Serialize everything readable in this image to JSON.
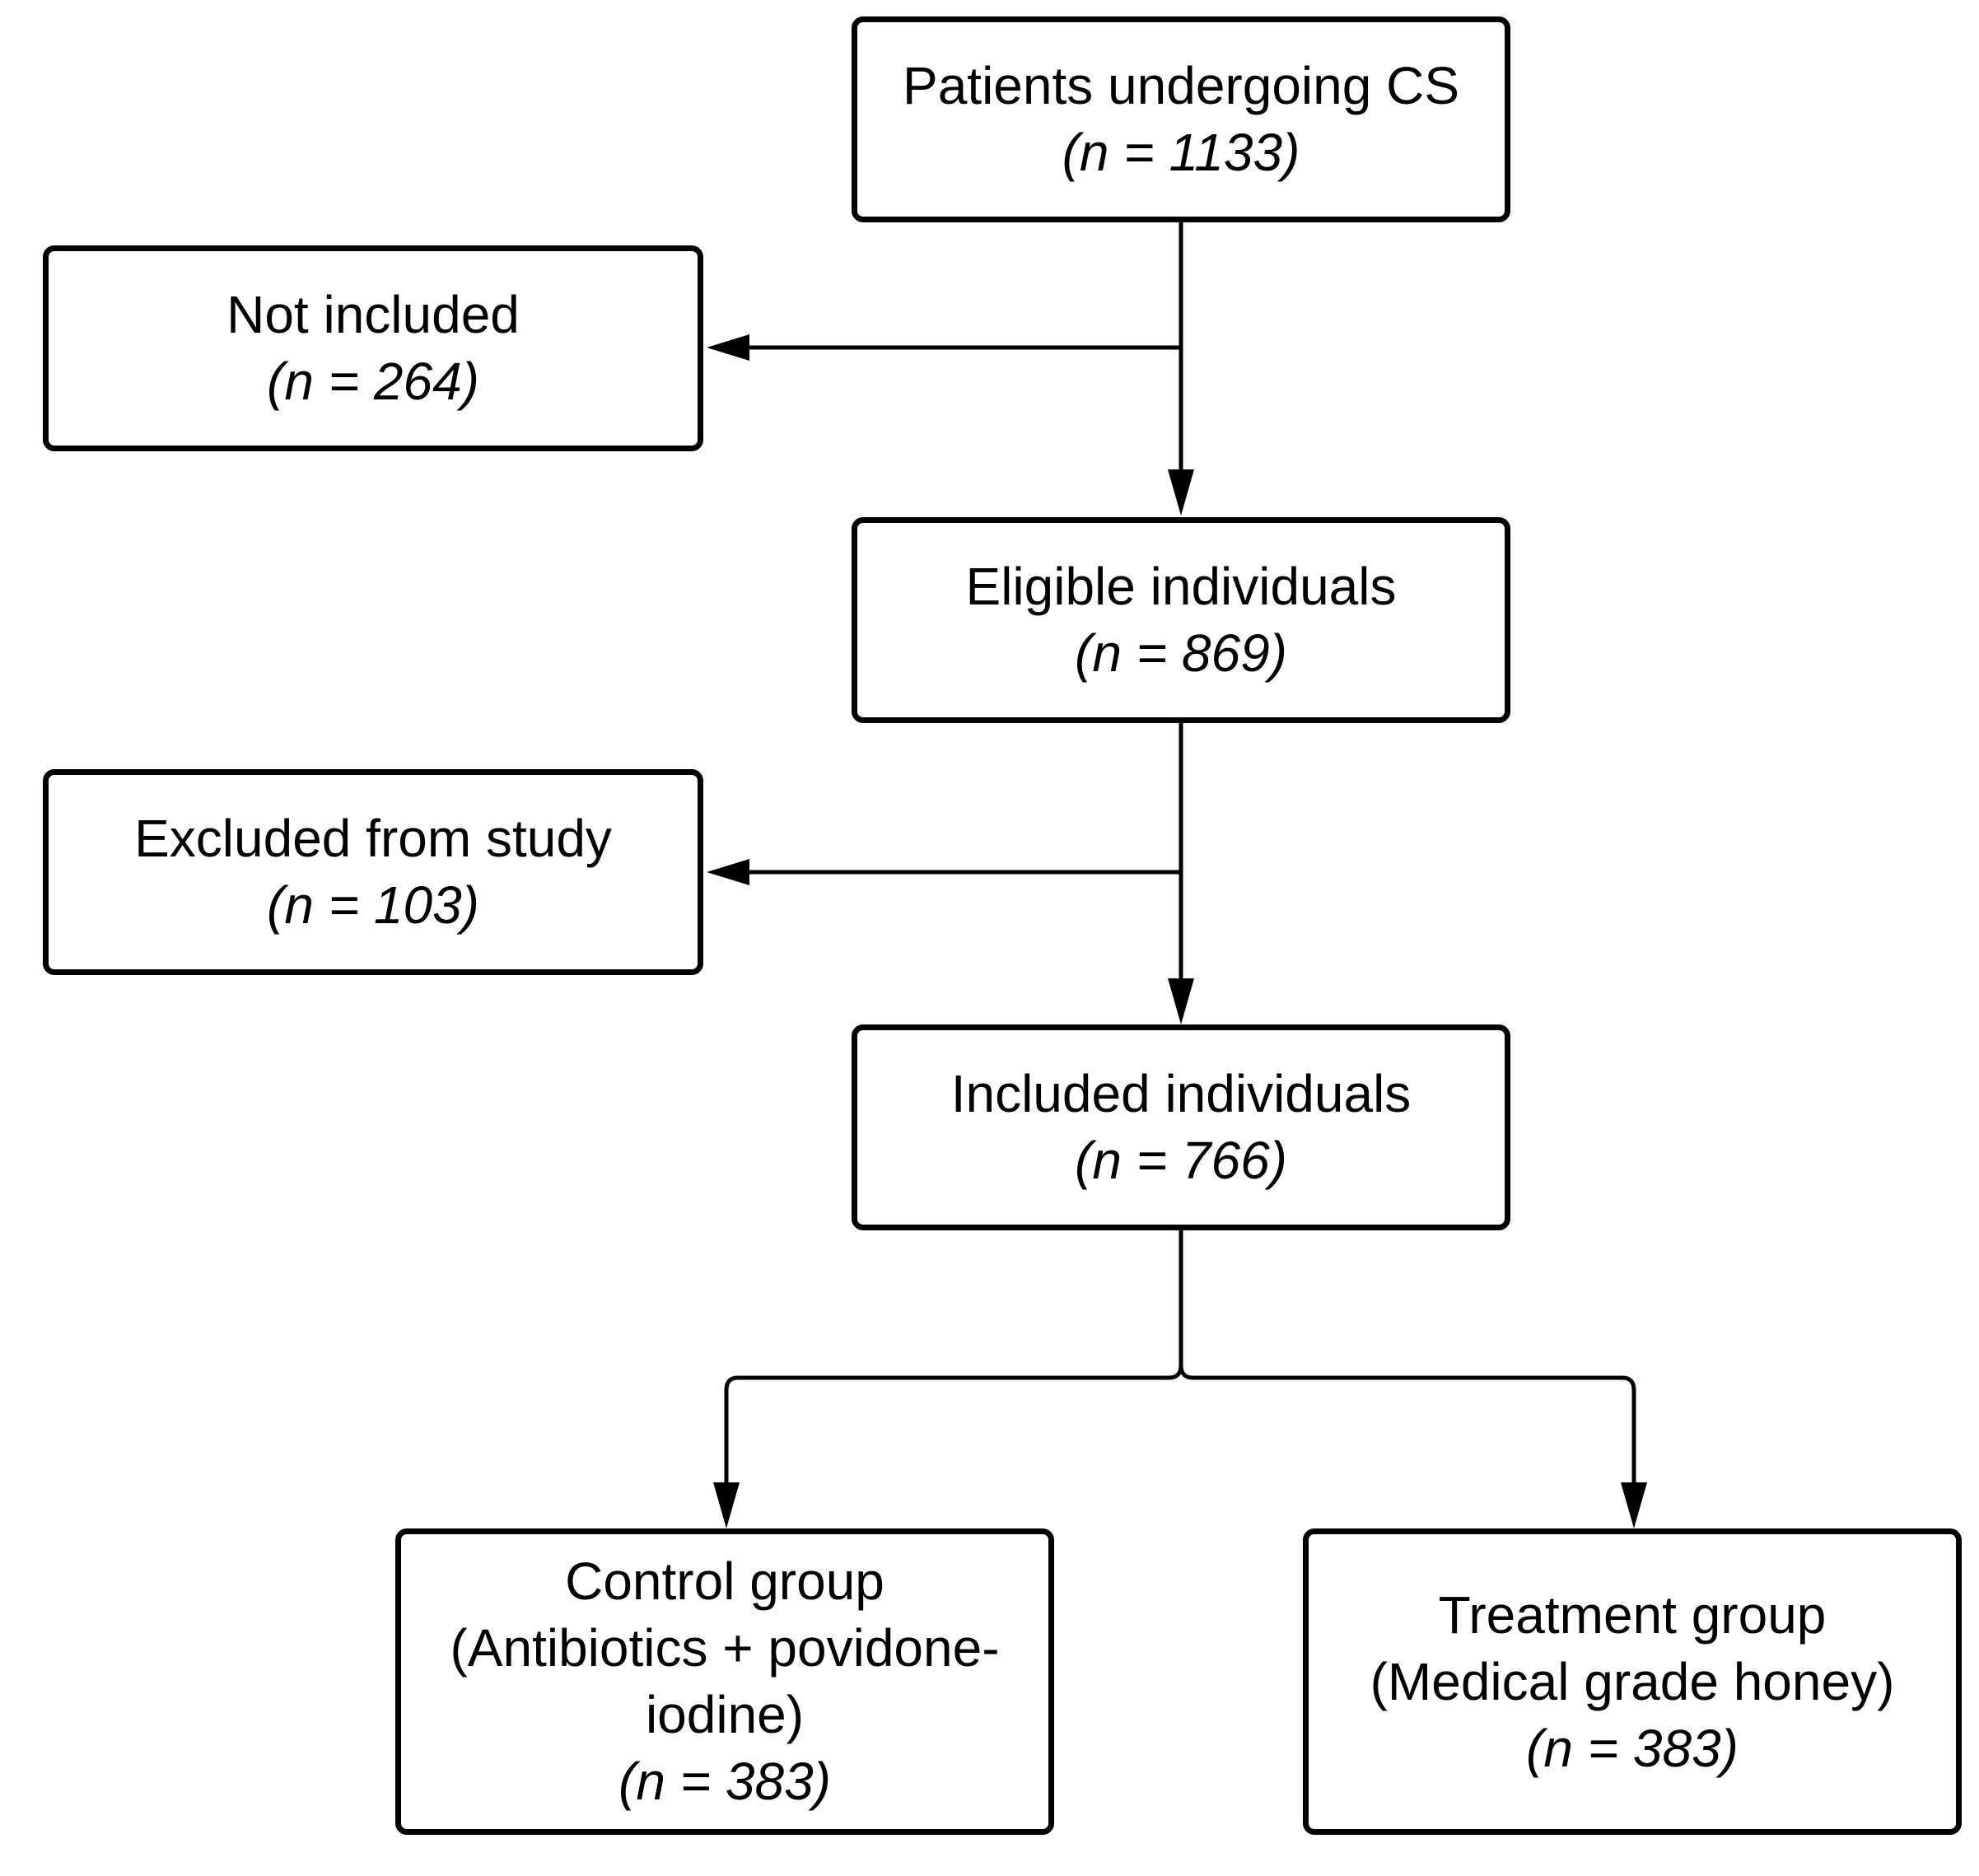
{
  "colors": {
    "stroke": "#000000",
    "background": "#ffffff"
  },
  "boxes": {
    "patients": {
      "lines": [
        "Patients undergoing CS"
      ],
      "count": "(n = 1133)"
    },
    "not_included": {
      "lines": [
        "Not included"
      ],
      "count": "(n = 264)"
    },
    "eligible": {
      "lines": [
        "Eligible individuals"
      ],
      "count": "(n = 869)"
    },
    "excluded": {
      "lines": [
        "Excluded from study"
      ],
      "count": "(n = 103)"
    },
    "included": {
      "lines": [
        "Included individuals"
      ],
      "count": "(n = 766)"
    },
    "control": {
      "lines": [
        "Control group",
        "(Antibiotics + povidone-",
        "iodine)"
      ],
      "count": "(n = 383)"
    },
    "treatment": {
      "lines": [
        "Treatment group",
        "(Medical grade honey)"
      ],
      "count": "(n = 383)"
    }
  }
}
